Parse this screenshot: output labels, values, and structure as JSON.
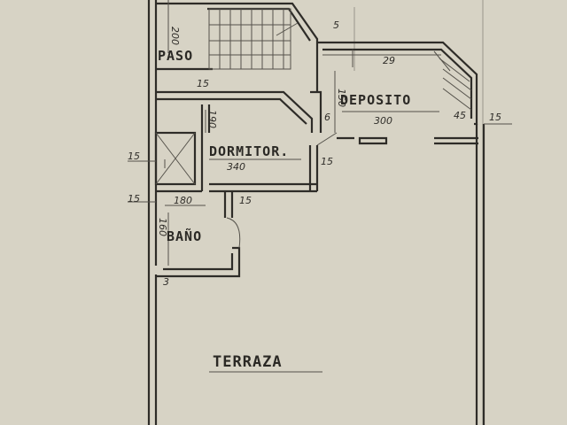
{
  "rooms": {
    "paso": "PASO",
    "deposito": "DEPOSITO",
    "dormitorio": "DORMITOR.",
    "bano": "BAÑO",
    "terraza": "TERRAZA"
  },
  "dimensions": {
    "stair_width": "200",
    "deposito_small": "5",
    "deposito_code": "29",
    "paso_wall": "15",
    "dorm_height": "190",
    "deposito_height": "150",
    "deposito_wall": "6",
    "deposito_width": "300",
    "corner_45": "45",
    "right_wall": "15",
    "left_wall": "15",
    "dorm_width": "340",
    "dorm_wall_right": "15",
    "bano_wall_left": "15",
    "bano_width": "180",
    "bano_wall_right": "15",
    "bano_height": "160",
    "bottom_mark": "3"
  },
  "colors": {
    "paper": "#d7d3c5",
    "ink": "#2e2c28"
  }
}
